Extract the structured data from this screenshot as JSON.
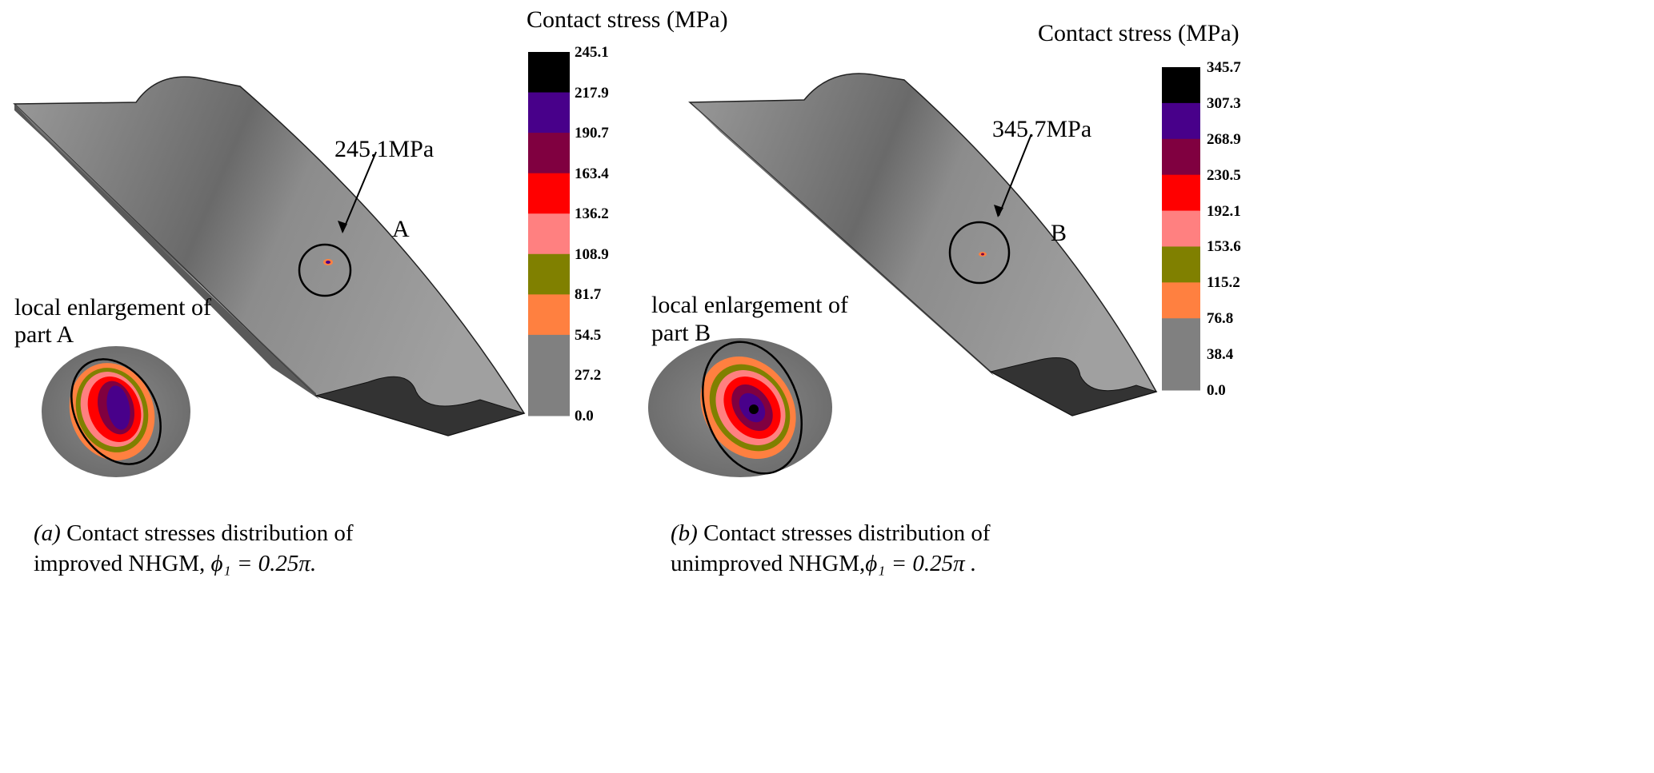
{
  "panels": [
    {
      "legend_title": "Contact stress (MPa)",
      "ticks": [
        "245.1",
        "217.9",
        "190.7",
        "163.4",
        "136.2",
        "108.9",
        "81.7",
        "54.5",
        "27.2",
        "0.0"
      ],
      "band_colors": [
        "#000000",
        "#48008a",
        "#800040",
        "#ff0000",
        "#ff8080",
        "#808000",
        "#ff8040",
        "#808080",
        "#808080"
      ],
      "peak_label": "245.1MPa",
      "part_label": "A",
      "inset_label_1": "local enlargement of",
      "inset_label_2": "part A",
      "caption_letter": "(a)",
      "caption_line1": " Contact stresses distribution of",
      "caption_line2": "improved NHGM, ",
      "caption_formula": "ϕ₁ = 0.25π."
    },
    {
      "legend_title": "Contact stress (MPa)",
      "ticks": [
        "345.7",
        "307.3",
        "268.9",
        "230.5",
        "192.1",
        "153.6",
        "115.2",
        "76.8",
        "38.4",
        "0.0"
      ],
      "band_colors": [
        "#000000",
        "#48008a",
        "#800040",
        "#ff0000",
        "#ff8080",
        "#808000",
        "#ff8040",
        "#808080",
        "#808080"
      ],
      "peak_label": "345.7MPa",
      "part_label": "B",
      "inset_label_1": "local enlargement of",
      "inset_label_2": "part B",
      "caption_letter": "(b)",
      "caption_line1": " Contact stresses distribution of",
      "caption_line2": "unimproved NHGM,",
      "caption_formula": "ϕ₁ = 0.25π ."
    }
  ]
}
